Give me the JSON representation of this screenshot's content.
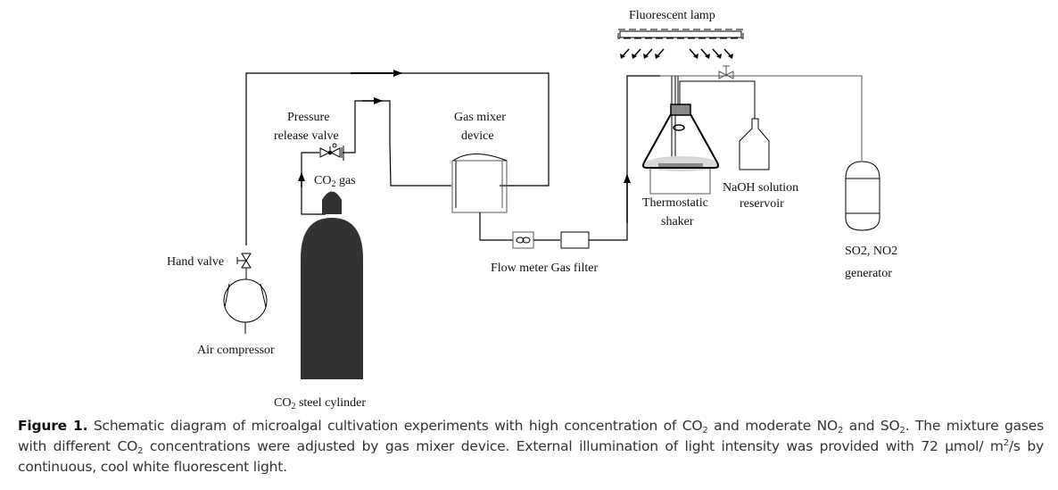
{
  "labels": {
    "fluorescent_lamp": "Fluorescent lamp",
    "pressure_release_valve_line1": "Pressure",
    "pressure_release_valve_line2": "release valve",
    "co2_gas": "CO",
    "co2_gas_sub": "2",
    "co2_gas_suffix": " gas",
    "gas_mixer_line1": "Gas mixer",
    "gas_mixer_line2": "device",
    "hand_valve": "Hand valve",
    "air_compressor": "Air compressor",
    "co2_cylinder_prefix": "CO",
    "co2_cylinder_sub": "2",
    "co2_cylinder_suffix": " steel cylinder",
    "flow_meter_gas_filter": "Flow meter Gas filter",
    "thermostatic_line1": "Thermostatic",
    "thermostatic_line2": "shaker",
    "naoh_line1": "NaOH solution",
    "naoh_line2": "reservoir",
    "generator_line1": "SO2, NO2",
    "generator_line2": "generator"
  },
  "caption": {
    "figure_label": "Figure 1.",
    "part1": " Schematic diagram of microalgal cultivation experiments with high concentration of CO",
    "sub1": "2",
    "part2": " and moderate NO",
    "sub2": "2",
    "part3": " and SO",
    "sub3": "2",
    "part4": ". The mixture gases with different CO",
    "sub4": "2",
    "part5": " concentrations were adjusted by gas mixer device. External illumination of light intensity was provided with 72 µmol/ m",
    "sup1": "2",
    "part6": "/s by continuous, cool white fluorescent light."
  },
  "colors": {
    "cylinder_fill": "#333333",
    "flask_liquid": "#d9d9d9",
    "line": "#000000"
  }
}
